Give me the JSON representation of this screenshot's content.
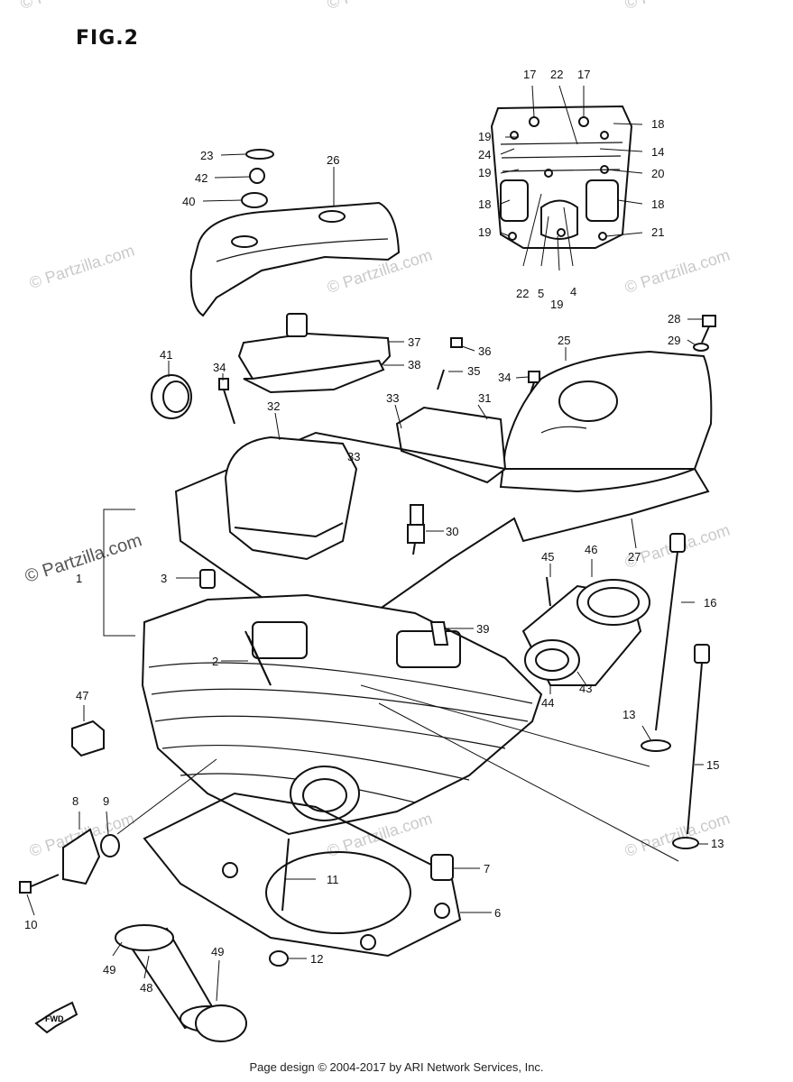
{
  "figure_label": "FIG.2",
  "footer_text": "Page design © 2004-2017 by ARI Network Services, Inc.",
  "watermark_text": "© Partzilla.com",
  "fwd_label": "FWD",
  "callouts": [
    {
      "id": "c1",
      "text": "1"
    },
    {
      "id": "c2",
      "text": "2"
    },
    {
      "id": "c3",
      "text": "3"
    },
    {
      "id": "c4",
      "text": "4"
    },
    {
      "id": "c5",
      "text": "5"
    },
    {
      "id": "c6",
      "text": "6"
    },
    {
      "id": "c7",
      "text": "7"
    },
    {
      "id": "c8",
      "text": "8"
    },
    {
      "id": "c9",
      "text": "9"
    },
    {
      "id": "c10",
      "text": "10"
    },
    {
      "id": "c11",
      "text": "11"
    },
    {
      "id": "c12",
      "text": "12"
    },
    {
      "id": "c13a",
      "text": "13"
    },
    {
      "id": "c13b",
      "text": "13"
    },
    {
      "id": "c14",
      "text": "14"
    },
    {
      "id": "c15",
      "text": "15"
    },
    {
      "id": "c16",
      "text": "16"
    },
    {
      "id": "c17a",
      "text": "17"
    },
    {
      "id": "c17b",
      "text": "17"
    },
    {
      "id": "c18a",
      "text": "18"
    },
    {
      "id": "c18b",
      "text": "18"
    },
    {
      "id": "c18c",
      "text": "18"
    },
    {
      "id": "c19a",
      "text": "19"
    },
    {
      "id": "c19b",
      "text": "19"
    },
    {
      "id": "c19c",
      "text": "19"
    },
    {
      "id": "c19d",
      "text": "19"
    },
    {
      "id": "c20",
      "text": "20"
    },
    {
      "id": "c21",
      "text": "21"
    },
    {
      "id": "c22a",
      "text": "22"
    },
    {
      "id": "c22b",
      "text": "22"
    },
    {
      "id": "c23",
      "text": "23"
    },
    {
      "id": "c24",
      "text": "24"
    },
    {
      "id": "c25",
      "text": "25"
    },
    {
      "id": "c26",
      "text": "26"
    },
    {
      "id": "c27",
      "text": "27"
    },
    {
      "id": "c28",
      "text": "28"
    },
    {
      "id": "c29",
      "text": "29"
    },
    {
      "id": "c30",
      "text": "30"
    },
    {
      "id": "c31",
      "text": "31"
    },
    {
      "id": "c32",
      "text": "32"
    },
    {
      "id": "c33a",
      "text": "33"
    },
    {
      "id": "c33b",
      "text": "33"
    },
    {
      "id": "c34a",
      "text": "34"
    },
    {
      "id": "c34b",
      "text": "34"
    },
    {
      "id": "c35",
      "text": "35"
    },
    {
      "id": "c36",
      "text": "36"
    },
    {
      "id": "c37",
      "text": "37"
    },
    {
      "id": "c38",
      "text": "38"
    },
    {
      "id": "c39",
      "text": "39"
    },
    {
      "id": "c40",
      "text": "40"
    },
    {
      "id": "c41",
      "text": "41"
    },
    {
      "id": "c42",
      "text": "42"
    },
    {
      "id": "c43",
      "text": "43"
    },
    {
      "id": "c44",
      "text": "44"
    },
    {
      "id": "c45",
      "text": "45"
    },
    {
      "id": "c46",
      "text": "46"
    },
    {
      "id": "c47",
      "text": "47"
    },
    {
      "id": "c48",
      "text": "48"
    },
    {
      "id": "c49a",
      "text": "49"
    },
    {
      "id": "c49b",
      "text": "49"
    }
  ]
}
